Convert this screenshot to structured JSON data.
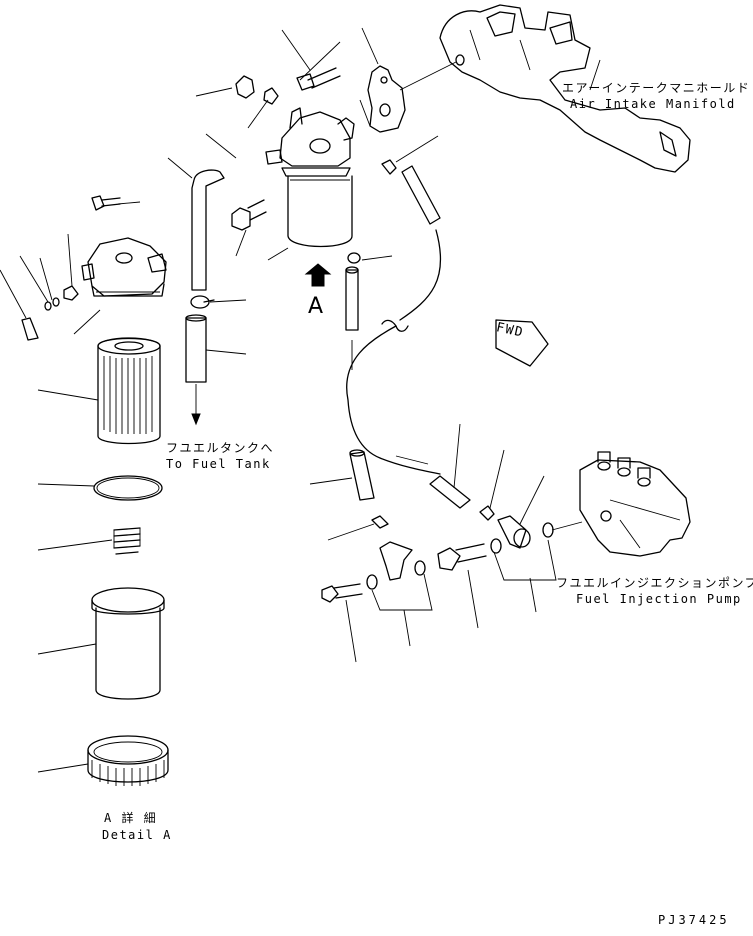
{
  "labels": {
    "air_intake_jp": "エアーインテークマニホールド",
    "air_intake_en": "Air Intake Manifold",
    "fuel_tank_jp": "フユエルタンクへ",
    "fuel_tank_en": "To Fuel Tank",
    "injection_pump_jp": "フユエルインジエクションポンプ",
    "injection_pump_en": "Fuel Injection Pump",
    "detail_jp": "A 詳 細",
    "detail_en": "Detail A",
    "view_marker": "A",
    "fwd": "FWD",
    "drawing_code": "PJ37425"
  }
}
